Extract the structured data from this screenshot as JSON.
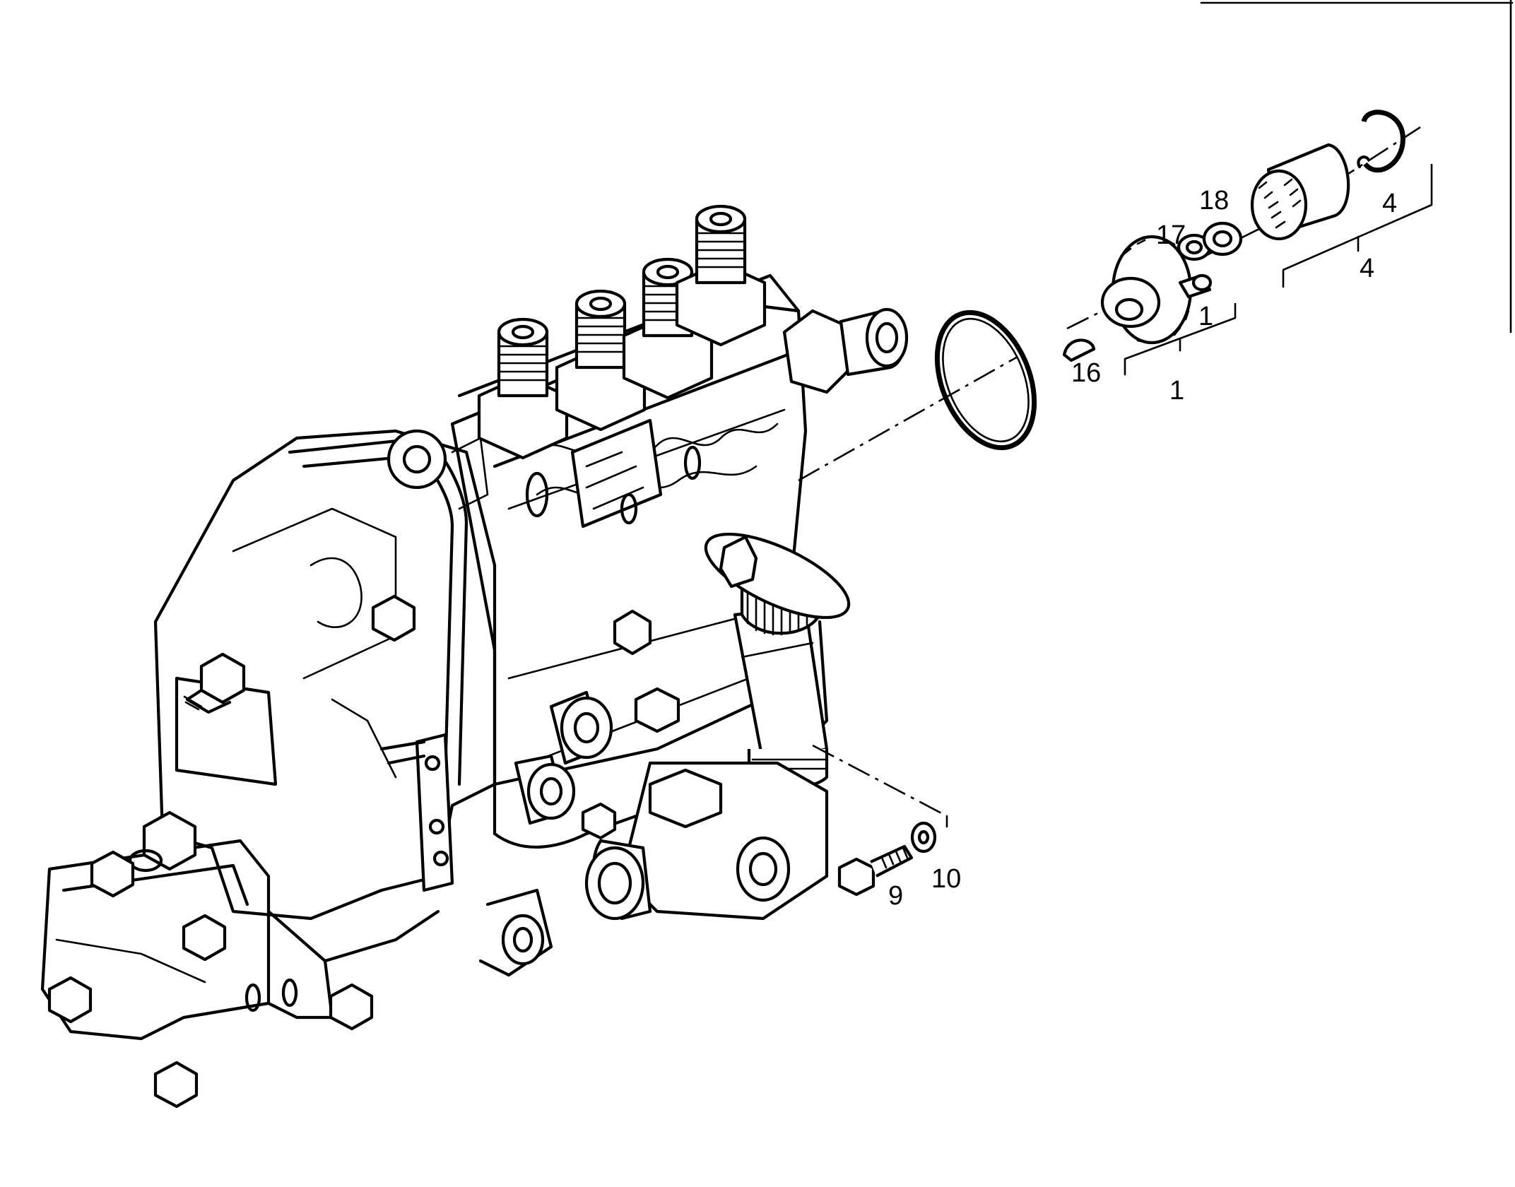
{
  "diagram": {
    "callouts": [
      {
        "id": "c1-pin",
        "text": "1"
      },
      {
        "id": "c1-group",
        "text": "1"
      },
      {
        "id": "c4-ring",
        "text": "4"
      },
      {
        "id": "c4-group",
        "text": "4"
      },
      {
        "id": "c9",
        "text": "9"
      },
      {
        "id": "c10",
        "text": "10"
      },
      {
        "id": "c16",
        "text": "16"
      },
      {
        "id": "c17",
        "text": "17"
      },
      {
        "id": "c18",
        "text": "18"
      }
    ]
  }
}
